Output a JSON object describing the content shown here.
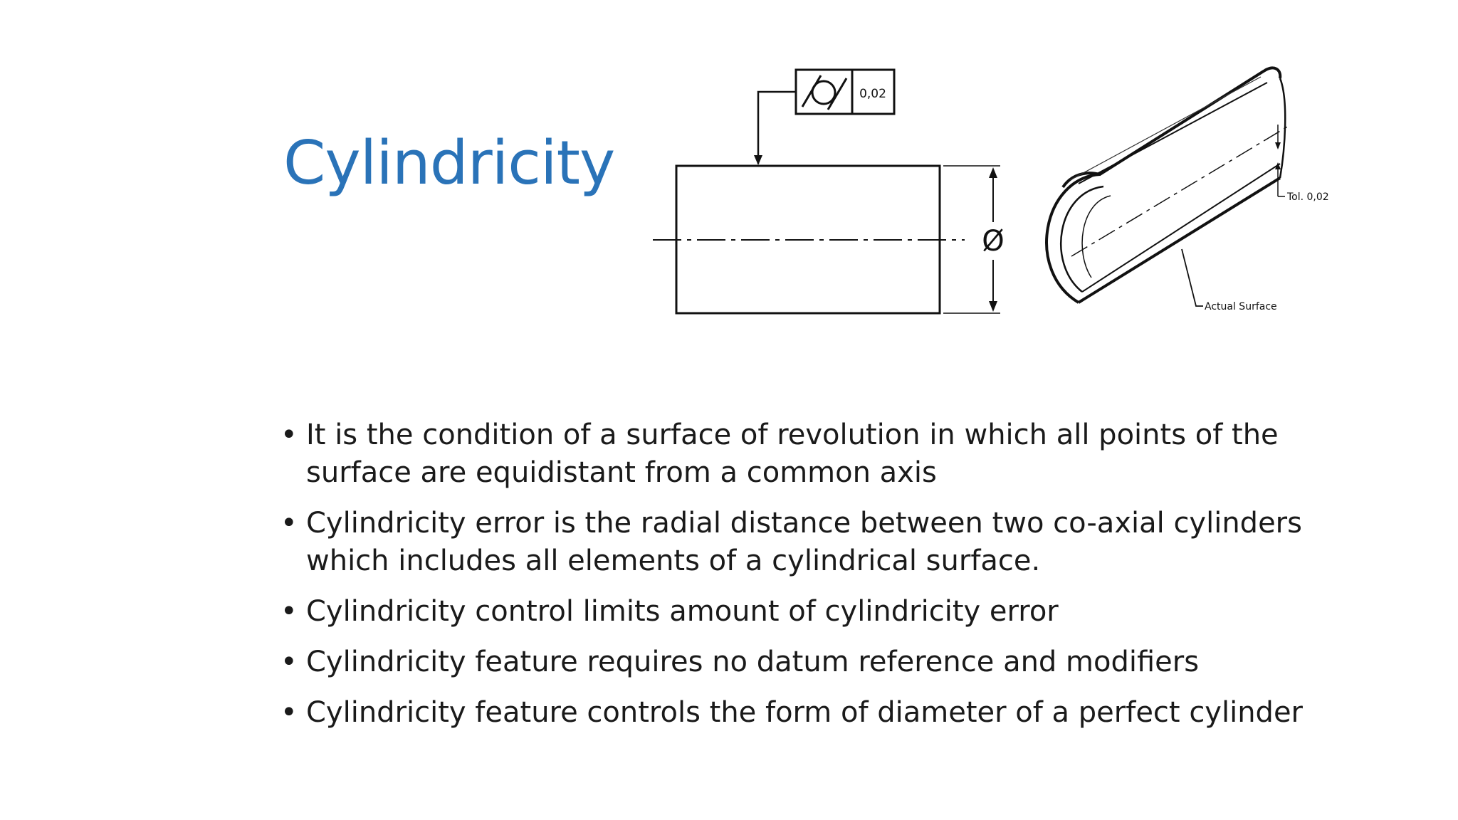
{
  "slide": {
    "title": "Cylindricity",
    "title_color": "#2a73b8",
    "drawing": {
      "fcf_symbol_name": "cylindricity-symbol",
      "fcf_tolerance": "0,02",
      "diameter_symbol": "Ø",
      "tolerance_label": "Tol. 0,02",
      "actual_surface_label": "Actual Surface"
    },
    "bullet_glyph": "•",
    "bullets": [
      "It is the condition of a surface of revolution in which all points of the surface are equidistant from a common axis",
      "Cylindricity error is the radial distance between two co-axial cylinders which includes all elements of a cylindrical surface.",
      "Cylindricity control limits amount of cylindricity error",
      "Cylindricity feature requires no datum reference and modifiers",
      "Cylindricity feature controls the form of diameter of a perfect cylinder"
    ]
  }
}
